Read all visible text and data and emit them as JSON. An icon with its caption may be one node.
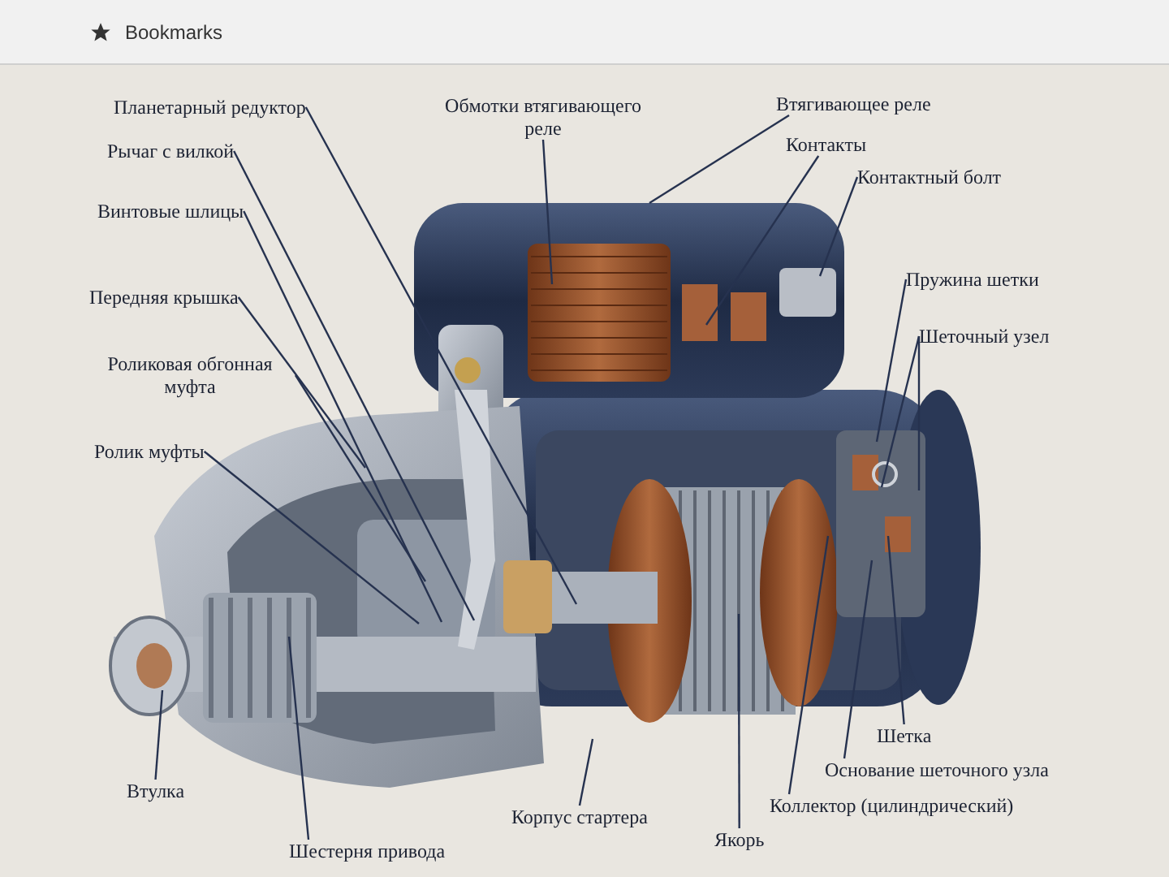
{
  "diagram": {
    "nodes": [
      {
        "text": [
          "Планетарный редуктор"
        ]
      },
      {
        "text": [
          "Обмотки втягивающего реле"
        ]
      },
      {
        "text": [
          "Втягивающее реле"
        ]
      },
      {
        "text": [
          "Контакты"
        ]
      },
      {
        "text": [
          "Рычаг с вилкой"
        ]
      },
      {
        "text": [
          "Контактный болт"
        ]
      },
      {
        "text": [
          "Винтовые шлицы"
        ]
      },
      {
        "text": [
          "Пружина шетки"
        ]
      },
      {
        "text": [
          "Передняя крышка"
        ]
      },
      {
        "text": [
          "Шеточный узел"
        ]
      },
      {
        "text": [
          "Роликовая обгонная муфта"
        ]
      },
      {
        "text": [
          "Ролик муфты"
        ]
      },
      {
        "text": [
          "Шетка"
        ]
      },
      {
        "text": [
          "Основание шеточного узла"
        ]
      },
      {
        "text": [
          "Втулка"
        ]
      },
      {
        "text": [
          "Коллектор (цилиндрический)"
        ]
      },
      {
        "text": [
          "Корпус стартера"
        ]
      },
      {
        "text": [
          "Якорь"
        ]
      },
      {
        "text": [
          "Шестерня привода"
        ]
      }
    ],
    "edges": [
      {
        "from": 0,
        "to": null,
        "arrow": "none"
      },
      {
        "from": 1,
        "to": null,
        "arrow": "none"
      },
      {
        "from": 2,
        "to": null,
        "arrow": "none"
      },
      {
        "from": 3,
        "to": null,
        "arrow": "none"
      },
      {
        "from": 4,
        "to": null,
        "arrow": "none"
      },
      {
        "from": 5,
        "to": null,
        "arrow": "none"
      },
      {
        "from": 6,
        "to": null,
        "arrow": "none"
      },
      {
        "from": 7,
        "to": null,
        "arrow": "none"
      },
      {
        "from": 8,
        "to": null,
        "arrow": "none"
      },
      {
        "from": 9,
        "to": null,
        "arrow": "none"
      },
      {
        "from": 9,
        "to": null,
        "arrow": "none"
      },
      {
        "from": 10,
        "to": null,
        "arrow": "none"
      },
      {
        "from": 11,
        "to": null,
        "arrow": "none"
      },
      {
        "from": 12,
        "to": null,
        "arrow": "none"
      },
      {
        "from": 13,
        "to": null,
        "arrow": "none"
      },
      {
        "from": 14,
        "to": null,
        "arrow": "none"
      },
      {
        "from": 15,
        "to": null,
        "arrow": "none"
      },
      {
        "from": 16,
        "to": null,
        "arrow": "none"
      },
      {
        "from": 17,
        "to": null,
        "arrow": "none"
      },
      {
        "from": 18,
        "to": null,
        "arrow": "none"
      }
    ],
    "labels": [
      "Bookmarks"
    ]
  }
}
